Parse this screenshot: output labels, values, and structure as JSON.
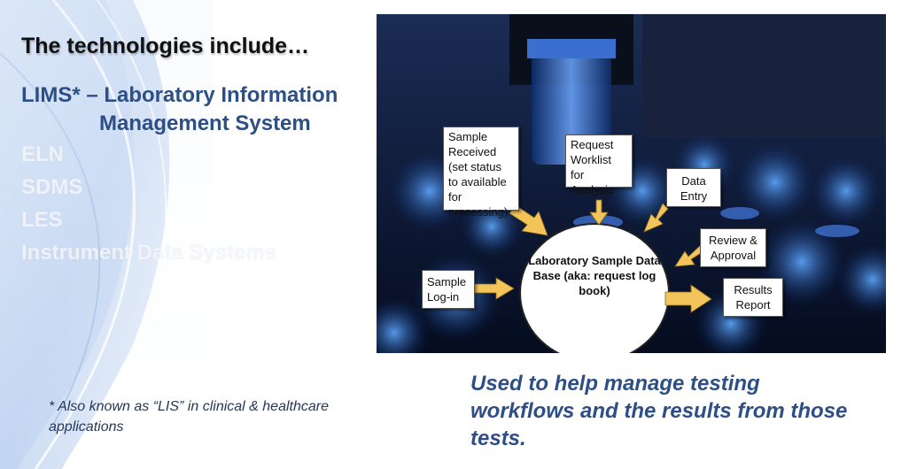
{
  "heading": "The technologies include…",
  "technologies": {
    "primary_line1": "LIMS* – Laboratory Information",
    "primary_line2": "Management System",
    "others": [
      "ELN",
      "SDMS",
      "LES",
      "Instrument Data Systems"
    ]
  },
  "footnote": "* Also known as “LIS” in clinical & healthcare applications",
  "diagram": {
    "hub": "Laboratory Sample Data Base (aka: request log book)",
    "callouts": {
      "sample_received": "Sample Received (set status to available for processing)",
      "request_worklist": "Request Worklist for Analysis",
      "data_entry": "Data Entry",
      "review_approval": "Review & Approval",
      "sample_login": "Sample Log-in",
      "results_report": "Results Report"
    },
    "arrow_color": "#f2c45a"
  },
  "tagline": "Used to help manage testing workflows and the results from those tests.",
  "colors": {
    "accent": "#2d4f86",
    "footnote": "#25375a",
    "photo_background": "#06122a"
  }
}
